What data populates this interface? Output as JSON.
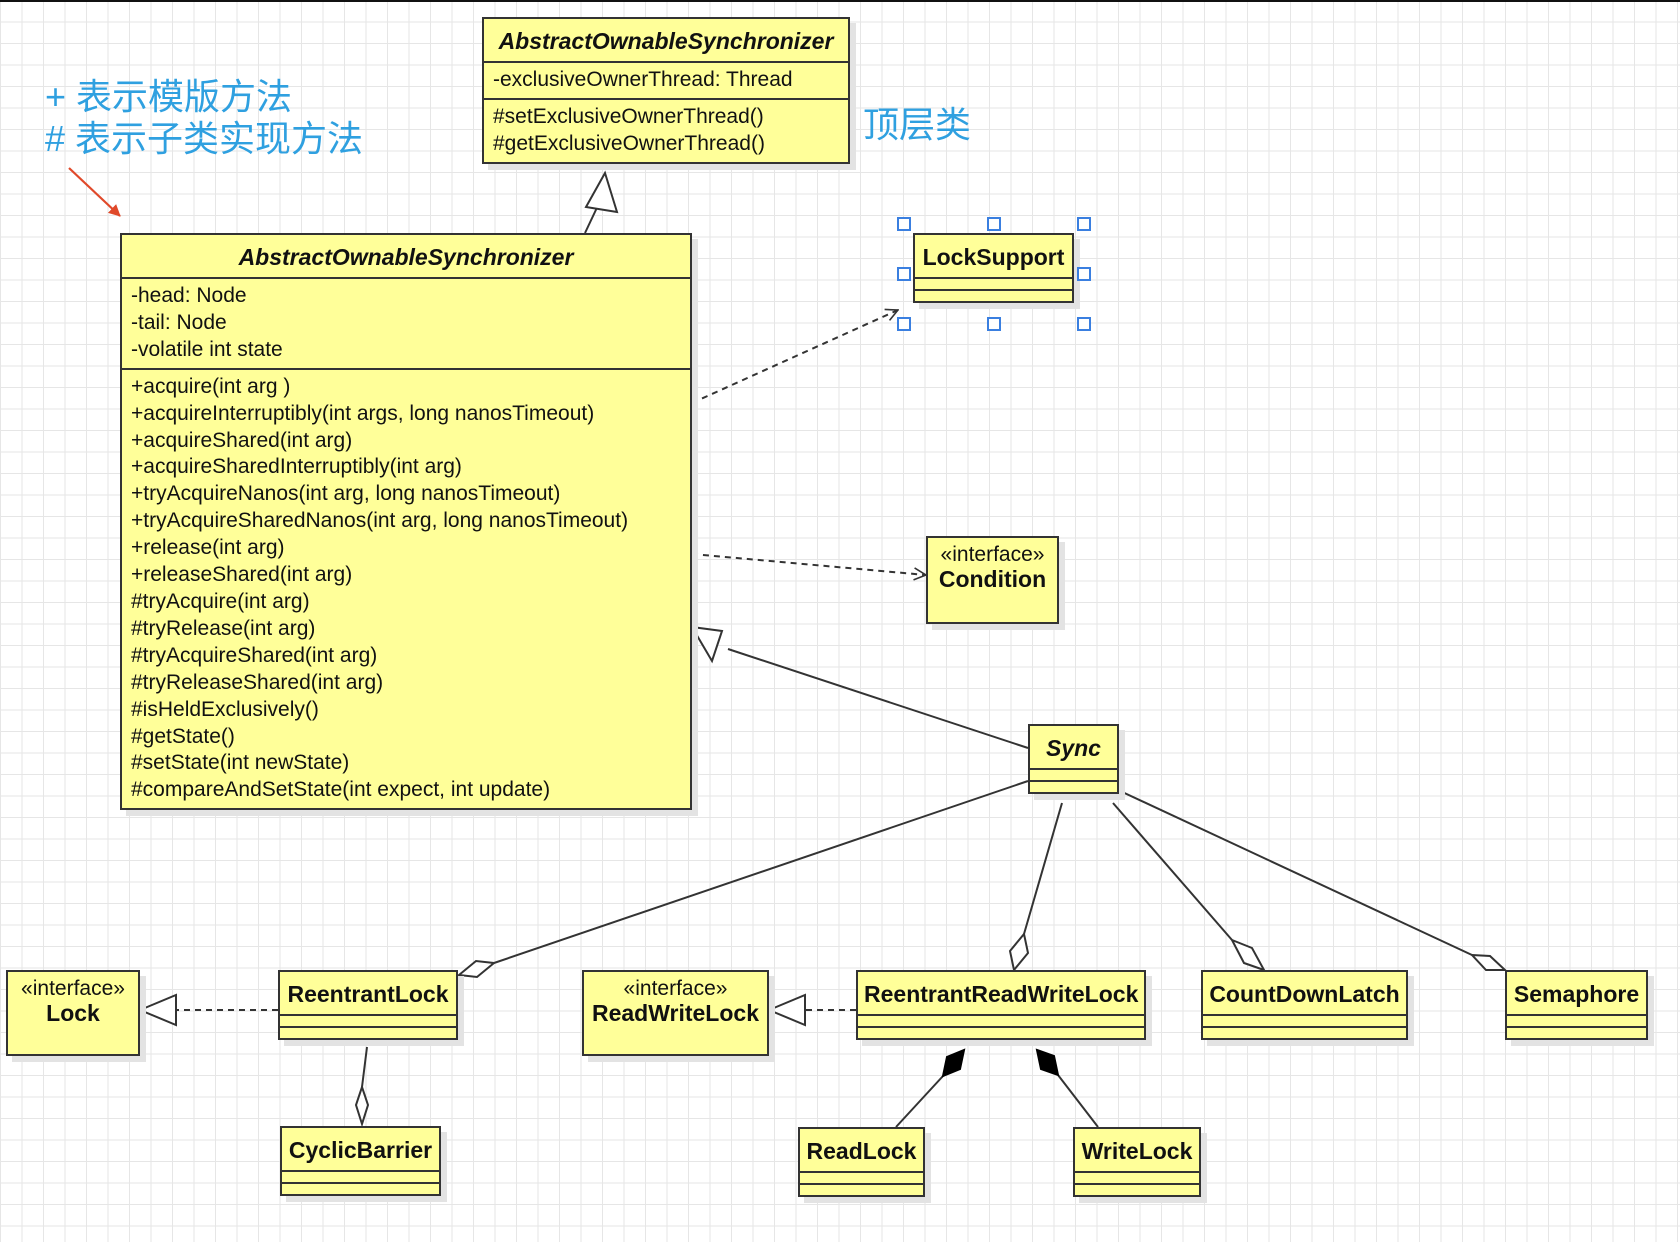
{
  "annotations": {
    "legend_template": "+ 表示模版方法",
    "legend_subclass": "# 表示子类实现方法",
    "top_class_note": "顶层类"
  },
  "classes": {
    "aos_top": {
      "name": "AbstractOwnableSynchronizer",
      "attributes": [
        "-exclusiveOwnerThread: Thread"
      ],
      "methods": [
        "#setExclusiveOwnerThread()",
        "#getExclusiveOwnerThread()"
      ]
    },
    "aqs": {
      "name": "AbstractOwnableSynchronizer",
      "attributes": [
        "-head: Node",
        "-tail: Node",
        "-volatile int  state"
      ],
      "methods": [
        "+acquire(int arg )",
        "+acquireInterruptibly(int args, long nanosTimeout)",
        "+acquireShared(int arg)",
        "+acquireSharedInterruptibly(int arg)",
        "+tryAcquireNanos(int arg, long nanosTimeout)",
        "+tryAcquireSharedNanos(int arg, long nanosTimeout)",
        "+release(int arg)",
        "+releaseShared(int arg)",
        "#tryAcquire(int arg)",
        "#tryRelease(int arg)",
        "#tryAcquireShared(int arg)",
        "#tryReleaseShared(int arg)",
        "#isHeldExclusively()",
        "#getState()",
        "#setState(int newState)",
        "#compareAndSetState(int expect, int update)"
      ]
    },
    "lock_support": {
      "name": "LockSupport"
    },
    "condition": {
      "stereotype": "«interface»",
      "name": "Condition"
    },
    "sync": {
      "name": "Sync"
    },
    "lock": {
      "stereotype": "«interface»",
      "name": "Lock"
    },
    "reentrant_lock": {
      "name": "ReentrantLock"
    },
    "read_write_lock": {
      "stereotype": "«interface»",
      "name": "ReadWriteLock"
    },
    "reentrant_rw_lock": {
      "name": "ReentrantReadWriteLock"
    },
    "count_down_latch": {
      "name": "CountDownLatch"
    },
    "semaphore": {
      "name": "Semaphore"
    },
    "cyclic_barrier": {
      "name": "CyclicBarrier"
    },
    "read_lock": {
      "name": "ReadLock"
    },
    "write_lock": {
      "name": "WriteLock"
    }
  },
  "colors": {
    "class_fill": "#ffff99",
    "class_border": "#333333",
    "note_text": "#2fa0e0",
    "selection": "#3a7fe0",
    "arrow_red": "#e0492a"
  }
}
